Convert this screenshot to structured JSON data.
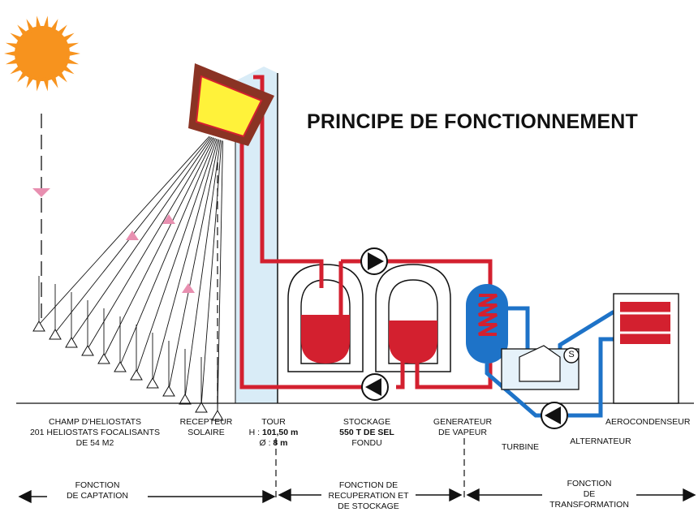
{
  "title": "PRINCIPE DE FONCTIONNEMENT",
  "labels": {
    "heliostats_l1": "CHAMP D'HELIOSTATS",
    "heliostats_l2": "201 HELIOSTATS FOCALISANTS",
    "heliostats_l3": "DE 54 M2",
    "recepteur_l1": "RECEPTEUR",
    "recepteur_l2": "SOLAIRE",
    "tour_l1": "TOUR",
    "tour_h_label": "H :",
    "tour_h_value": "101,50 m",
    "tour_d_label": "Ø :",
    "tour_d_value": "8 m",
    "stockage_l1": "STOCKAGE",
    "stockage_l2": "550 T DE SEL",
    "stockage_l3": "FONDU",
    "generateur_l1": "GENERATEUR",
    "generateur_l2": "DE VAPEUR",
    "turbine": "TURBINE",
    "alternateur": "ALTERNATEUR",
    "aerocondenseur": "AEROCONDENSEUR",
    "alternateur_symbol": "S"
  },
  "functions": {
    "captation_l1": "FONCTION",
    "captation_l2": "DE CAPTATION",
    "recuperation_l1": "FONCTION DE",
    "recuperation_l2": "RECUPERATION ET",
    "recuperation_l3": "DE STOCKAGE",
    "transformation_l1": "FONCTION",
    "transformation_l2": "DE",
    "transformation_l3": "TRANSFORMATION"
  },
  "colors": {
    "sun": "#f7931e",
    "hot_salt": "#d3202f",
    "water_steam": "#1e73c8",
    "receiver_frame": "#8a3324",
    "receiver_core": "#fff23a",
    "tower": "#d9ecf7",
    "ray_marker": "#e88fb0"
  }
}
